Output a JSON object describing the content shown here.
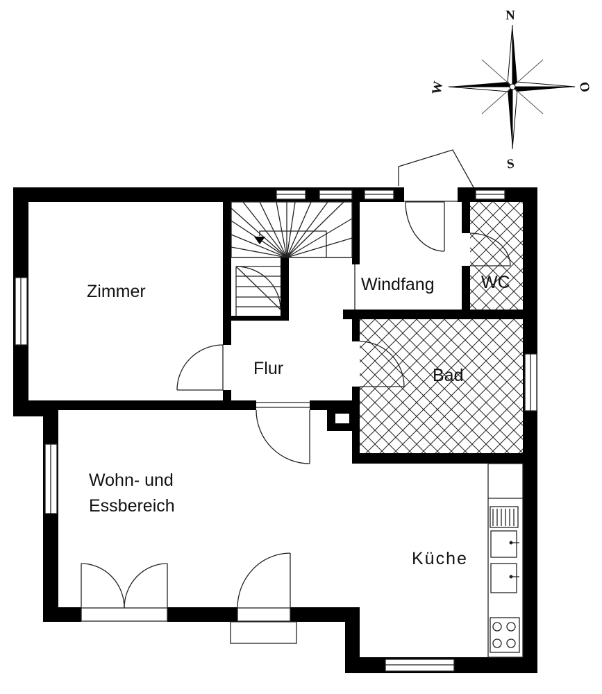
{
  "compass": {
    "north": "N",
    "south": "S",
    "west": "W",
    "east": "O"
  },
  "rooms": {
    "zimmer": "Zimmer",
    "windfang": "Windfang",
    "wc": "WC",
    "flur": "Flur",
    "bad": "Bad",
    "wohn_line1": "Wohn- und",
    "wohn_line2": "Essbereich",
    "kueche": "Küche"
  },
  "colors": {
    "wall": "#000000",
    "background": "#ffffff",
    "line": "#222222"
  }
}
